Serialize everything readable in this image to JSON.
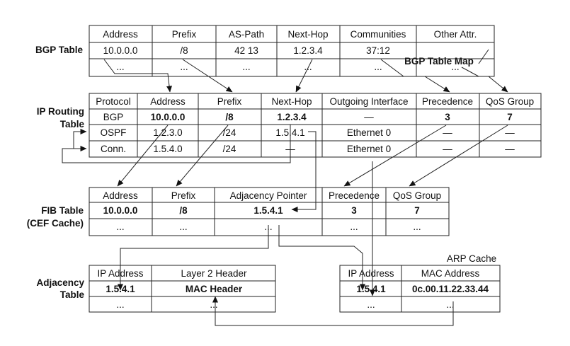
{
  "labels": {
    "bgp_table": "BGP Table",
    "ip_routing_l1": "IP Routing",
    "ip_routing_l2": "Table",
    "fib_l1": "FIB Table",
    "fib_l2": "(CEF Cache)",
    "adj_l1": "Adjacency",
    "adj_l2": "Table",
    "arp_cache": "ARP Cache",
    "bgp_table_map": "BGP Table Map"
  },
  "bgp": {
    "headers": [
      "Address",
      "Prefix",
      "AS-Path",
      "Next-Hop",
      "Communities",
      "Other Attr."
    ],
    "rows": [
      [
        "10.0.0.0",
        "/8",
        "42 13",
        "1.2.3.4",
        "37:12",
        ""
      ],
      [
        "...",
        "...",
        "...",
        "...",
        "...",
        "..."
      ]
    ]
  },
  "routing": {
    "headers": [
      "Protocol",
      "Address",
      "Prefix",
      "Next-Hop",
      "Outgoing Interface",
      "Precedence",
      "QoS Group"
    ],
    "rows": [
      [
        "BGP",
        "10.0.0.0",
        "/8",
        "1.2.3.4",
        "—",
        "3",
        "7"
      ],
      [
        "OSPF",
        "1.2.3.0",
        "/24",
        "1.5.4.1",
        "Ethernet 0",
        "—",
        "—"
      ],
      [
        "Conn.",
        "1.5.4.0",
        "/24",
        "—",
        "Ethernet 0",
        "—",
        "—"
      ]
    ]
  },
  "fib": {
    "headers": [
      "Address",
      "Prefix",
      "Adjacency Pointer",
      "Precedence",
      "QoS Group"
    ],
    "rows": [
      [
        "10.0.0.0",
        "/8",
        "1.5.4.1",
        "3",
        "7"
      ],
      [
        "...",
        "...",
        "...",
        "...",
        "..."
      ]
    ]
  },
  "adjacency": {
    "headers": [
      "IP Address",
      "Layer 2 Header"
    ],
    "rows": [
      [
        "1.5.4.1",
        "MAC Header"
      ],
      [
        "...",
        "..."
      ]
    ]
  },
  "arp": {
    "headers": [
      "IP Address",
      "MAC Address"
    ],
    "rows": [
      [
        "1.5.4.1",
        "0c.00.11.22.33.44"
      ],
      [
        "...",
        "..."
      ]
    ]
  }
}
